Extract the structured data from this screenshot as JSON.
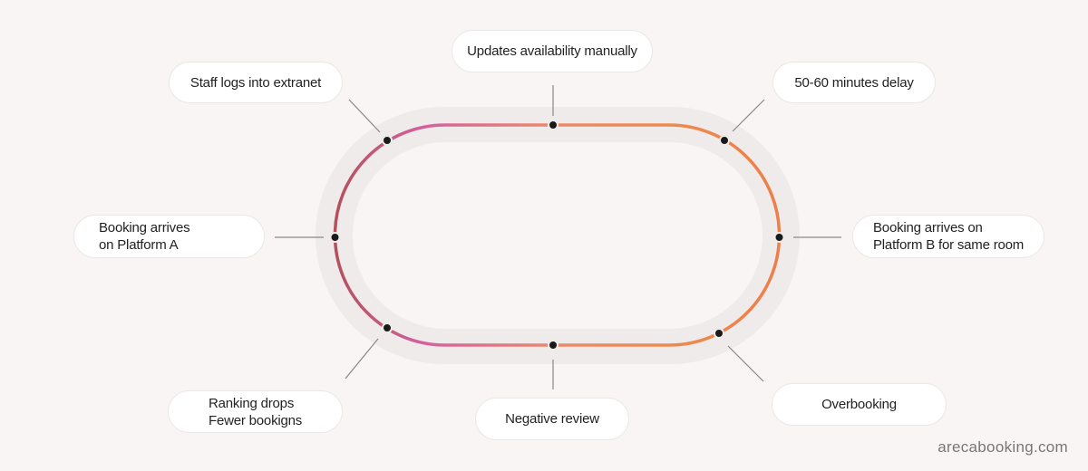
{
  "diagram": {
    "type": "cycle",
    "colors": {
      "background": "#f8f5f4",
      "track_band": "#efebea",
      "gradient_left": "#b4505a",
      "gradient_pink": "#d5609f",
      "gradient_orange": "#ee8a4e",
      "node_dot": "#1a1a1a",
      "connector": "#8a8787"
    },
    "steps": [
      {
        "id": "step-1",
        "label": "Booking arrives\non Platform A"
      },
      {
        "id": "step-2",
        "label": "Staff logs into extranet"
      },
      {
        "id": "step-3",
        "label": "Updates availability manually"
      },
      {
        "id": "step-4",
        "label": "50-60 minutes delay"
      },
      {
        "id": "step-5",
        "label": "Booking arrives on\nPlatform B for same room"
      },
      {
        "id": "step-6",
        "label": "Overbooking"
      },
      {
        "id": "step-7",
        "label": "Negative review"
      },
      {
        "id": "step-8",
        "label": "Ranking drops\nFewer bookigns"
      }
    ]
  },
  "watermark": "arecabooking.com"
}
